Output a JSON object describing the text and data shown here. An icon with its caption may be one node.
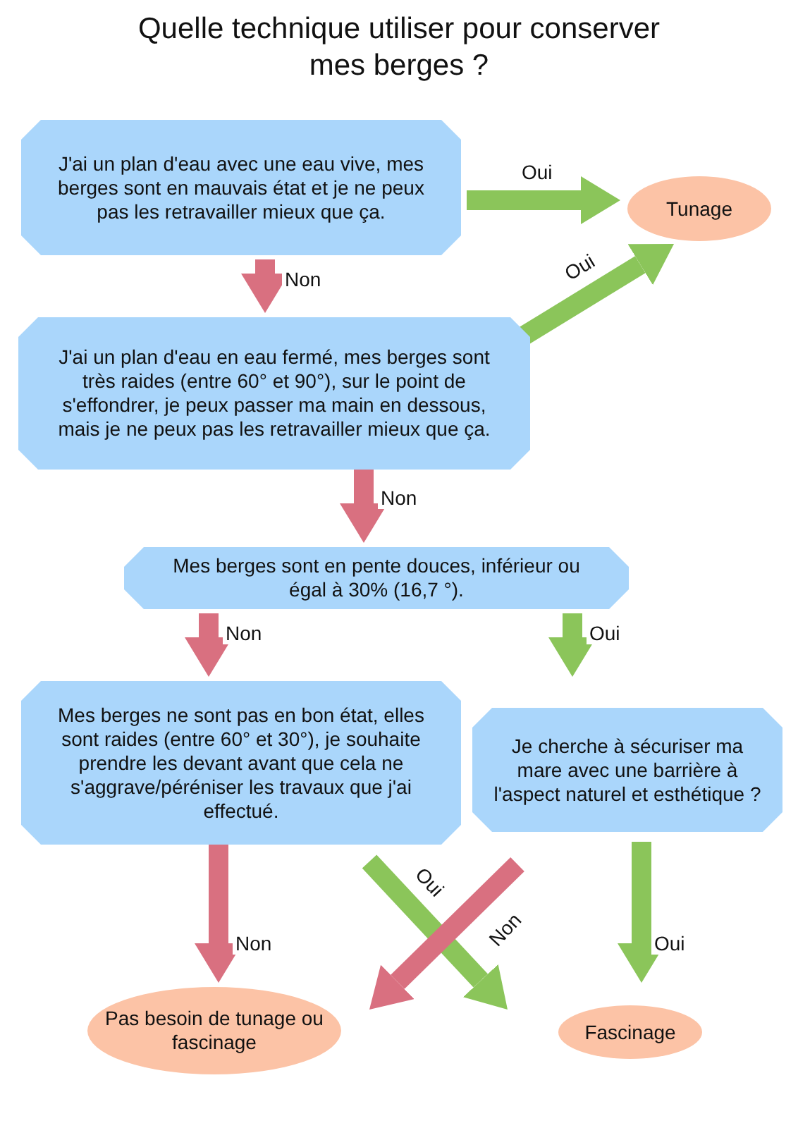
{
  "diagram": {
    "title": "Quelle technique utiliser pour conserver mes berges ?",
    "nodes": [
      {
        "text": [
          "J'ai un plan d'eau avec une eau vive, mes berges sont en mauvais état et je ne peux pas les retravailler mieux que ça."
        ]
      },
      {
        "text": [
          "Tunage"
        ]
      },
      {
        "text": [
          "J'ai un plan d'eau en eau fermé, mes berges sont très raides (entre 60° et 90°), sur le point de s'effondrer, je peux passer ma main en dessous, mais je ne peux pas les retravailler mieux que ça."
        ]
      },
      {
        "text": [
          "Mes berges sont en pente douces, inférieur ou égal à 30% (16,7 °)."
        ]
      },
      {
        "text": [
          "Mes berges ne sont pas en bon état, elles sont raides (entre 60° et 30°), je souhaite prendre les devant avant que cela ne s'aggrave/péréniser les travaux que j'ai effectué."
        ]
      },
      {
        "text": [
          "Je cherche à sécuriser ma mare avec une barrière à l'aspect naturel et esthétique ?"
        ]
      },
      {
        "text": [
          "Pas besoin de tunage ou fascinage"
        ]
      },
      {
        "text": [
          "Fascinage"
        ]
      }
    ],
    "edges": [
      {
        "from": 0,
        "to": 1,
        "arrow": "to",
        "label": "Oui",
        "color": "#8bc55a"
      },
      {
        "from": 0,
        "to": 2,
        "arrow": "to",
        "label": "Non",
        "color": "#d97080"
      },
      {
        "from": 2,
        "to": 1,
        "arrow": "to",
        "label": "Oui",
        "color": "#8bc55a"
      },
      {
        "from": 2,
        "to": 3,
        "arrow": "to",
        "label": "Non",
        "color": "#d97080"
      },
      {
        "from": 3,
        "to": 4,
        "arrow": "to",
        "label": "Non",
        "color": "#d97080"
      },
      {
        "from": 3,
        "to": 5,
        "arrow": "to",
        "label": "Oui",
        "color": "#8bc55a"
      },
      {
        "from": 4,
        "to": 6,
        "arrow": "to",
        "label": "Non",
        "color": "#d97080"
      },
      {
        "from": 4,
        "to": 7,
        "arrow": "to",
        "label": "Oui",
        "color": "#8bc55a"
      },
      {
        "from": 5,
        "to": 6,
        "arrow": "to",
        "label": "Non",
        "color": "#d97080"
      },
      {
        "from": 5,
        "to": 7,
        "arrow": "to",
        "label": "Oui",
        "color": "#8bc55a"
      }
    ]
  }
}
